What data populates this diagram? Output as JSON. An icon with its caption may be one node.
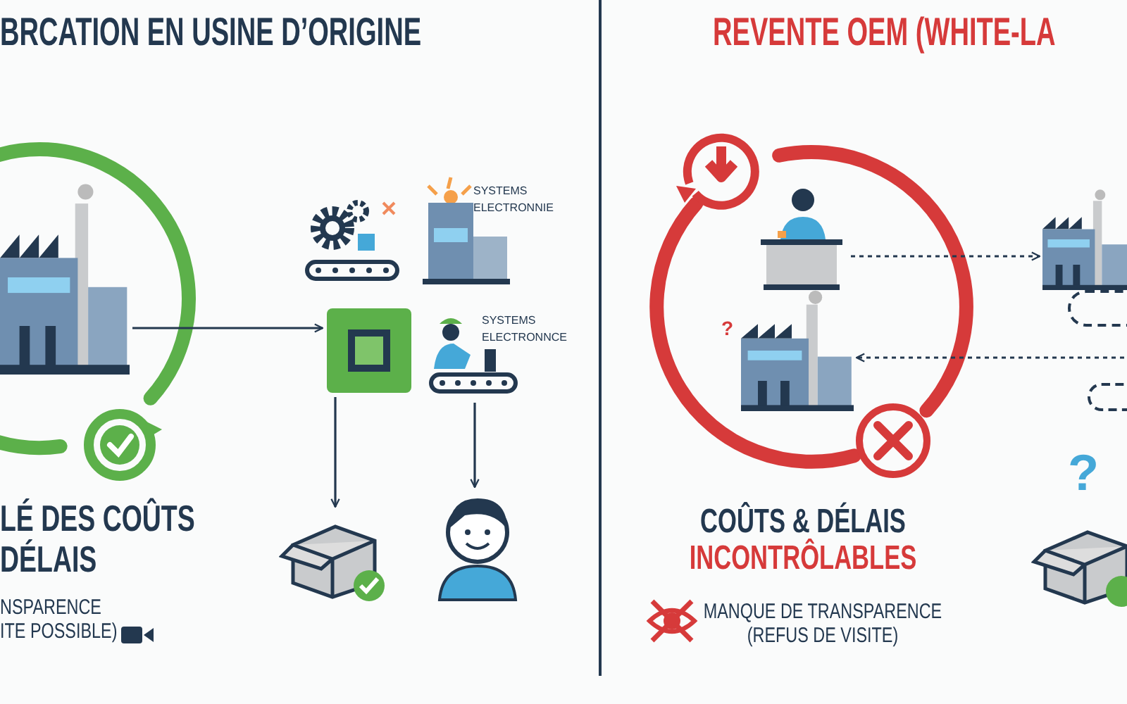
{
  "diagram": {
    "nodes": [
      {
        "text": [],
        "shape": "picture"
      },
      {
        "text": [],
        "shape": "picture"
      },
      {
        "text": [],
        "shape": "picture",
        "beside": [
          "SYSTEMS ELECTRONNIE"
        ]
      },
      {
        "text": [],
        "shape": "picture"
      },
      {
        "text": [],
        "shape": "picture",
        "beside": [
          "SYSTEMS ELECTRONNCE"
        ]
      },
      {
        "text": [],
        "shape": "picture"
      },
      {
        "text": [],
        "shape": "picture"
      },
      {
        "text": [],
        "shape": "picture"
      },
      {
        "text": [],
        "shape": "picture"
      },
      {
        "text": [],
        "shape": "picture"
      },
      {
        "text": [],
        "shape": "box"
      },
      {
        "text": [],
        "shape": "box"
      },
      {
        "text": [],
        "shape": "picture"
      }
    ],
    "edges": [
      {
        "from": 0,
        "to": 3,
        "arrow": "to"
      },
      {
        "from": 3,
        "to": 5,
        "arrow": "to"
      },
      {
        "from": 4,
        "to": 6,
        "arrow": "to"
      },
      {
        "from": 7,
        "to": 8,
        "arrow": "to",
        "style": "dashed"
      },
      {
        "from": null,
        "to": 9,
        "arrow": "to",
        "style": "dashed"
      }
    ],
    "labels": [
      "BRCATION EN USINE D’ORIGINE",
      "REVENTE OEM (WHITE-LA",
      "?",
      "?",
      "LÉ DES COÛTS DÉLAIS",
      "COÛTS & DÉLAIS",
      "INCONTRÔLABLES",
      "NSPARENCE ITE POSSIBLE)",
      "MANQUE DE TRANSPARENCE (REFUS DE VISITE)"
    ]
  }
}
